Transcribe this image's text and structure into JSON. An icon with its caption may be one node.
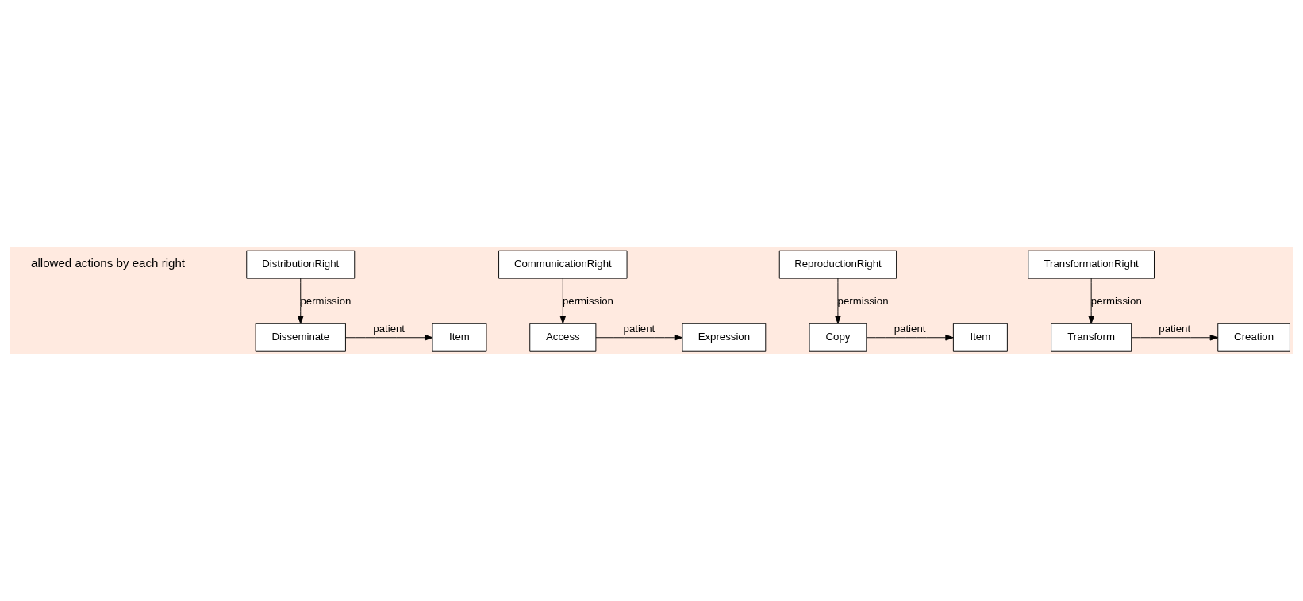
{
  "diagram": {
    "nodes": [
      {
        "text": [
          "DistributionRight"
        ]
      },
      {
        "text": [
          "Disseminate"
        ]
      },
      {
        "text": [
          "Item"
        ]
      },
      {
        "text": [
          "CommunicationRight"
        ]
      },
      {
        "text": [
          "Access"
        ]
      },
      {
        "text": [
          "Expression"
        ]
      },
      {
        "text": [
          "ReproductionRight"
        ]
      },
      {
        "text": [
          "Copy"
        ]
      },
      {
        "text": [
          "Item"
        ]
      },
      {
        "text": [
          "TransformationRight"
        ]
      },
      {
        "text": [
          "Transform"
        ]
      },
      {
        "text": [
          "Creation"
        ]
      }
    ],
    "edges": [
      {
        "from": 0,
        "to": 1,
        "arrow": "to",
        "label": "permission"
      },
      {
        "from": 1,
        "to": 2,
        "arrow": "to",
        "label": "patient"
      },
      {
        "from": 3,
        "to": 4,
        "arrow": "to",
        "label": "permission"
      },
      {
        "from": 4,
        "to": 5,
        "arrow": "to",
        "label": "patient"
      },
      {
        "from": 6,
        "to": 7,
        "arrow": "to",
        "label": "permission"
      },
      {
        "from": 7,
        "to": 8,
        "arrow": "to",
        "label": "patient"
      },
      {
        "from": 9,
        "to": 10,
        "arrow": "to",
        "label": "permission"
      },
      {
        "from": 10,
        "to": 11,
        "arrow": "to",
        "label": "patient"
      }
    ],
    "labels": [
      "allowed actions by each right"
    ]
  }
}
